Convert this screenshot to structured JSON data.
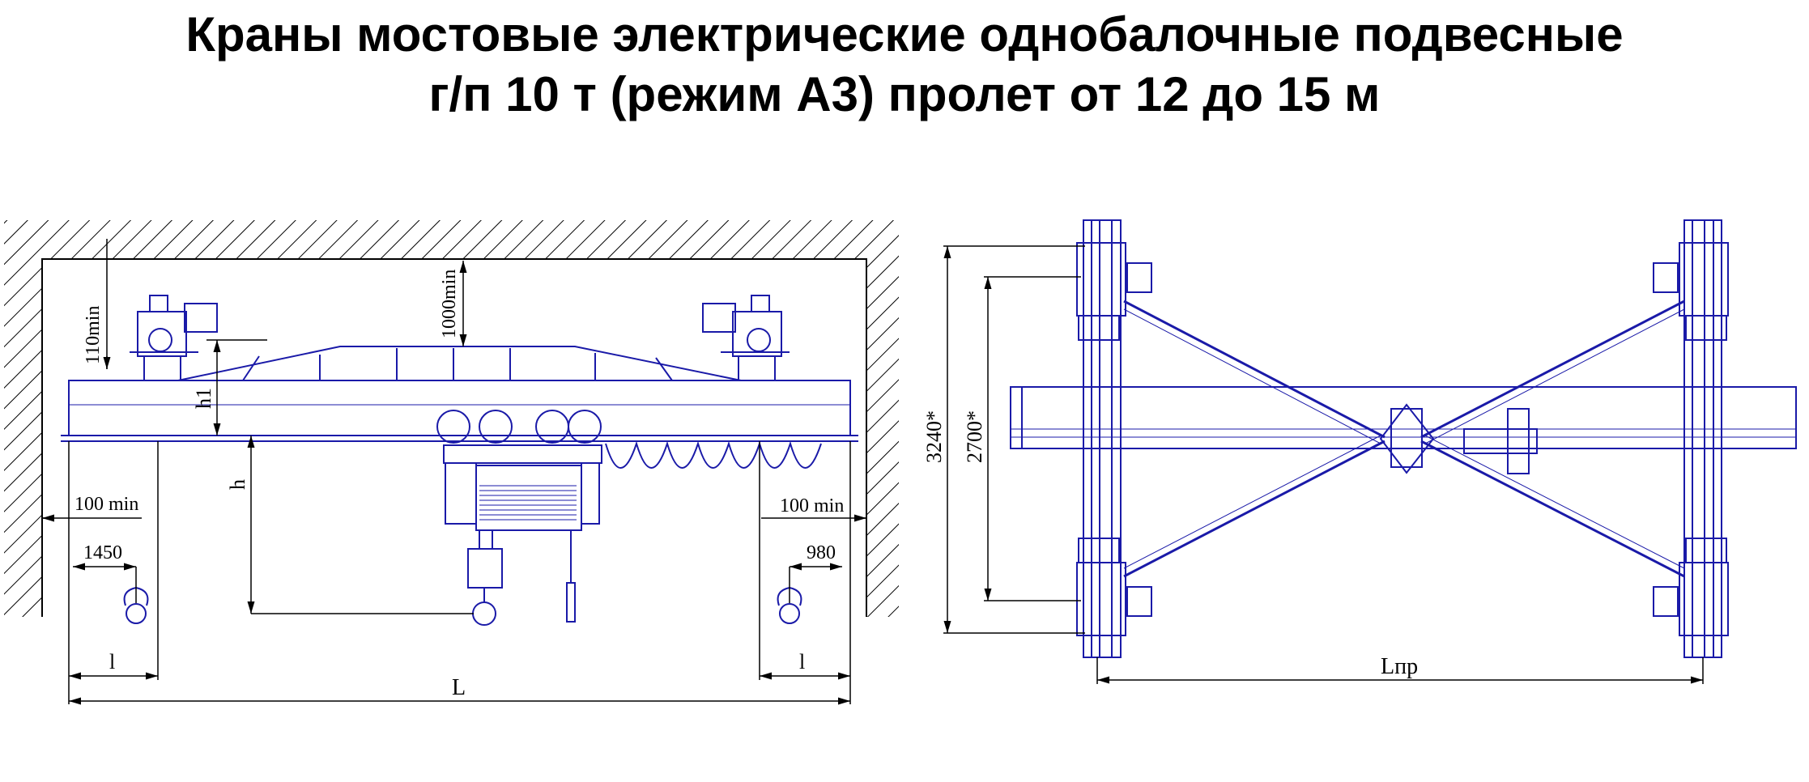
{
  "title": {
    "line1": "Краны мостовые электрические однобалочные подвесные",
    "line2": "г/п 10 т (режим А3) пролет от 12 до 15 м"
  },
  "side_view": {
    "dim_clear_top": "1000min",
    "dim_110": "110min",
    "dim_h1": "h1",
    "dim_h": "h",
    "dim_100_left": "100 min",
    "dim_100_right": "100 min",
    "dim_1450": "1450",
    "dim_980": "980",
    "dim_l_left": "l",
    "dim_l_right": "l",
    "dim_L": "L"
  },
  "top_view": {
    "dim_3240": "3240*",
    "dim_2700": "2700*",
    "dim_Lpr": "Lпр"
  },
  "colors": {
    "drawing_blue": "#1a1aa8",
    "dimension_black": "#000000",
    "title_text": "#000000"
  }
}
